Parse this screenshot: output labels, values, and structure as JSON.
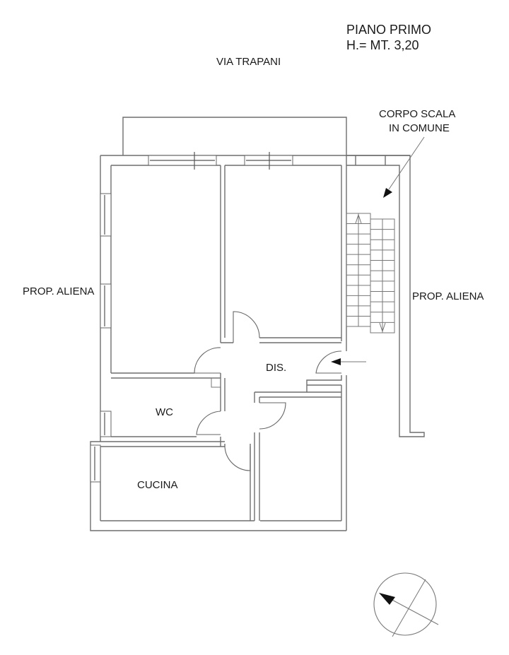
{
  "title": {
    "floor": "PIANO PRIMO",
    "height": "H.= MT. 3,20"
  },
  "street": "VIA TRAPANI",
  "annotations": {
    "stair_line1": "CORPO SCALA",
    "stair_line2": "IN COMUNE",
    "left_neighbor": "PROP. ALIENA",
    "right_neighbor": "PROP. ALIENA"
  },
  "rooms": [
    {
      "id": "dis",
      "label": "DIS."
    },
    {
      "id": "wc",
      "label": "WC"
    },
    {
      "id": "cucina",
      "label": "CUCINA"
    },
    {
      "id": "camera1",
      "label": ""
    },
    {
      "id": "camera2",
      "label": ""
    },
    {
      "id": "camera3",
      "label": ""
    }
  ],
  "icons": {
    "compass": "north-arrow-compass",
    "entrance": "entrance-arrow",
    "stairs": "staircase"
  },
  "colors": {
    "line": "#6e6e6e",
    "text": "#1a1a1a",
    "background": "#ffffff"
  }
}
